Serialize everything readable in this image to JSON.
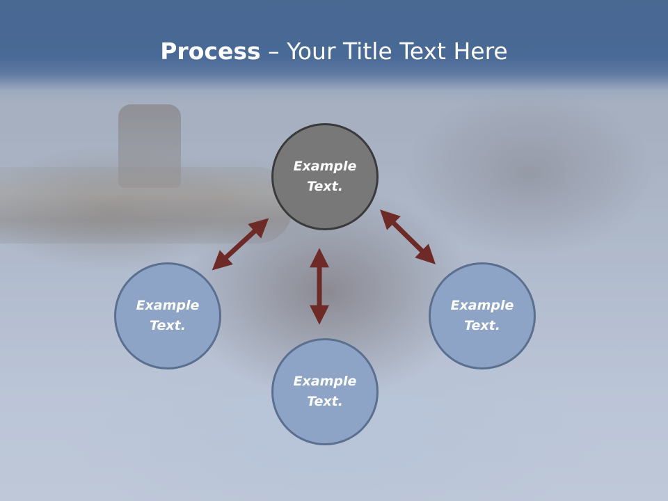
{
  "slide": {
    "title_bold": "Process",
    "title_rest": " – Your Title Text Here"
  },
  "diagram": {
    "nodes": {
      "top": "Example\nText.",
      "left": "Example\nText.",
      "right": "Example\nText.",
      "bottom": "Example\nText."
    },
    "colors": {
      "header": "#496892",
      "node_primary": "#787878",
      "node_secondary": "#8da4c6",
      "arrow": "#6e2a26"
    }
  }
}
